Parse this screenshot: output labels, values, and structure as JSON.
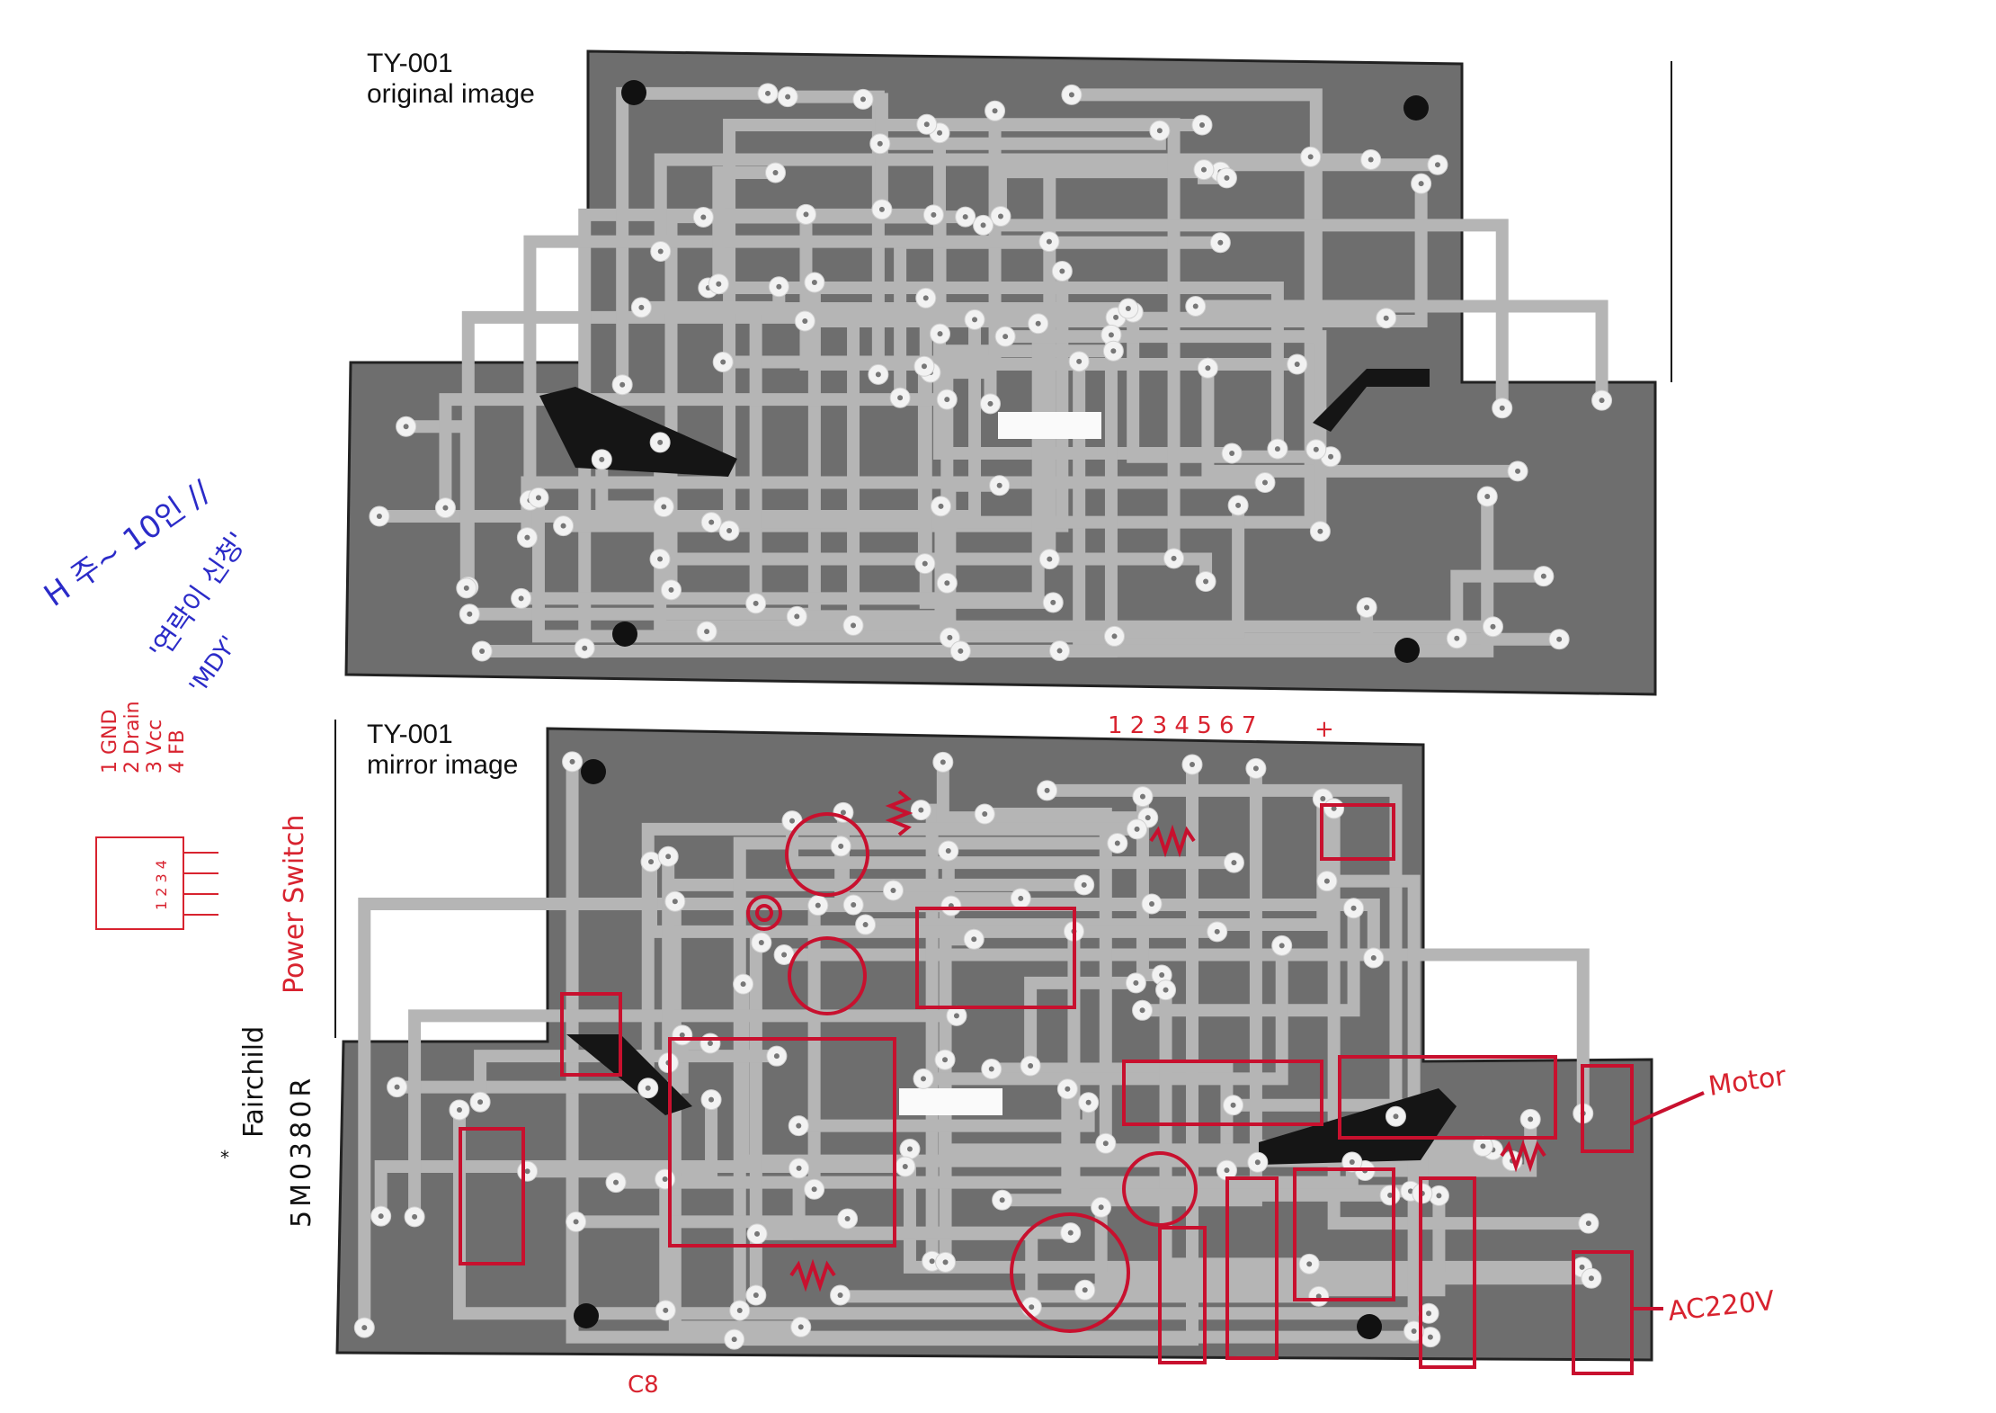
{
  "top_board": {
    "code": "TY-001",
    "caption": "original image"
  },
  "bottom_board": {
    "code": "TY-001",
    "caption": "mirror image"
  },
  "annotations": {
    "pin_numbers": "1 2 3 4 5 6 7",
    "plus_sign": "+",
    "motor": "Motor",
    "ac": "AC220V",
    "c8": "C8",
    "note_line1": "H 주~ 10인 //",
    "note_line2": "'연락이 신청'",
    "note_line3": "'MDY'",
    "pins": [
      "1 GND",
      "2 Drain",
      "3 Vcc",
      "4 FB"
    ],
    "package_pins": "1 2 3 4",
    "power_switch": "Power Switch",
    "maker": "Fairchild",
    "part": "5M0380R",
    "asterisk": "*"
  },
  "colors": {
    "board": "#6e6e6e",
    "trace": "#b9b9b9",
    "pad": "#f2f2f2",
    "ink_red": "#c8102e",
    "ink_blue": "#2b2bc8"
  }
}
